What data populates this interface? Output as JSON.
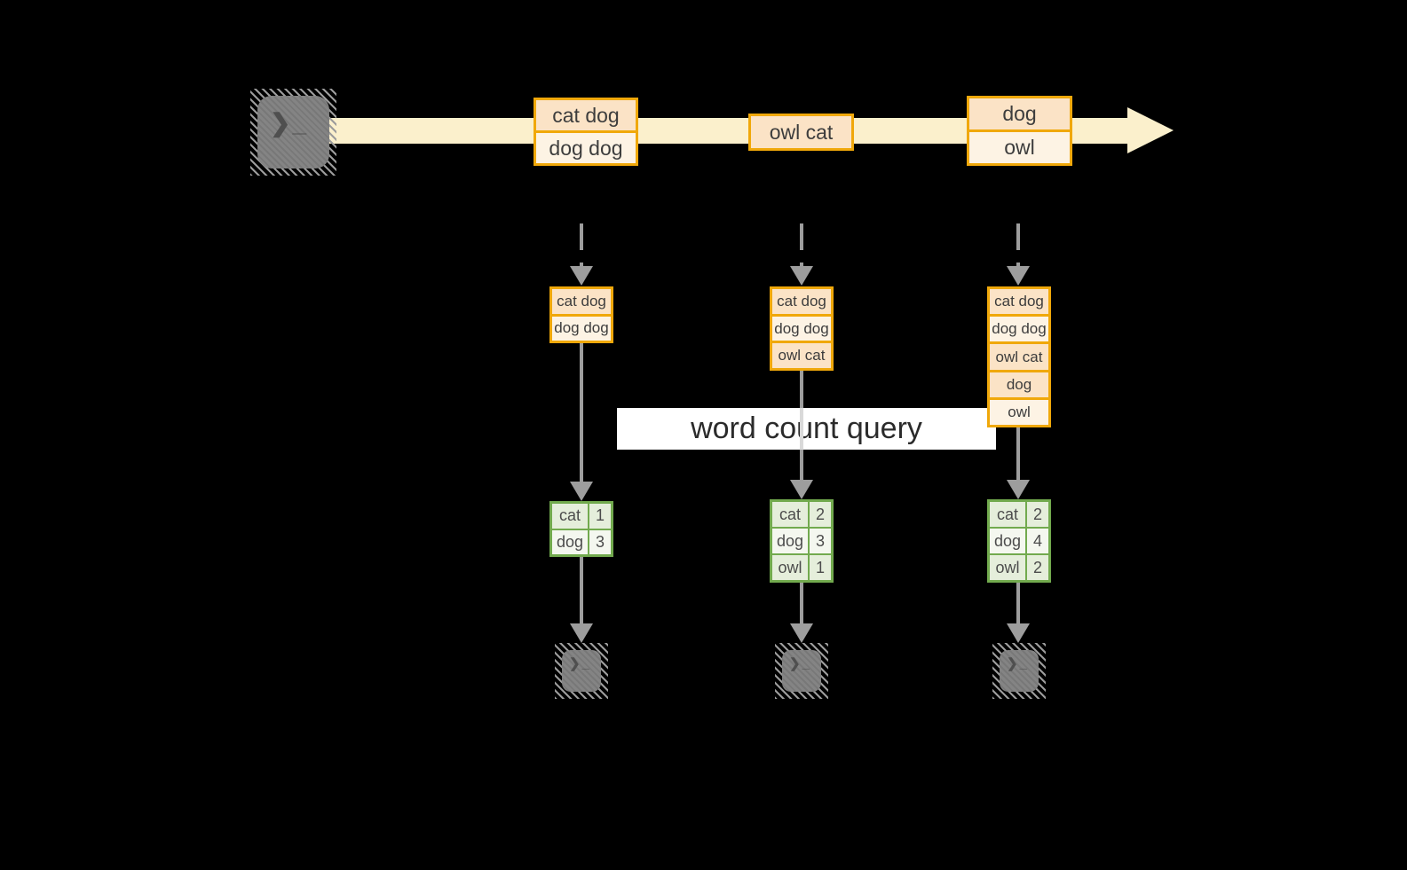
{
  "query_label": "word count query",
  "icons": {
    "terminal_prompt": "❯_"
  },
  "stream": {
    "messages": [
      {
        "lines": [
          "cat dog",
          "dog dog"
        ]
      },
      {
        "lines": [
          "owl cat"
        ]
      },
      {
        "lines": [
          "dog",
          "owl"
        ]
      }
    ]
  },
  "columns": [
    {
      "buffer": [
        "cat dog",
        "dog dog"
      ],
      "counts": [
        {
          "word": "cat",
          "count": "1"
        },
        {
          "word": "dog",
          "count": "3"
        }
      ]
    },
    {
      "buffer": [
        "cat dog",
        "dog dog",
        "owl cat"
      ],
      "counts": [
        {
          "word": "cat",
          "count": "2"
        },
        {
          "word": "dog",
          "count": "3"
        },
        {
          "word": "owl",
          "count": "1"
        }
      ]
    },
    {
      "buffer": [
        "cat dog",
        "dog dog",
        "owl cat",
        "dog",
        "owl"
      ],
      "counts": [
        {
          "word": "cat",
          "count": "2"
        },
        {
          "word": "dog",
          "count": "4"
        },
        {
          "word": "owl",
          "count": "2"
        }
      ]
    }
  ],
  "colors": {
    "background": "#000000",
    "stream_band": "#fbf0cc",
    "message_border": "#f0a80a",
    "message_fill_dark": "#fbe3c6",
    "message_fill_light": "#fdf3e4",
    "table_border": "#72aa4e",
    "table_fill_dark": "#e5eedb",
    "table_fill_light": "#f4f7ef",
    "arrow_gray": "#9d9d9d",
    "terminal_gray": "#7f7f7f",
    "label_background": "#ffffff",
    "text": "#3d3d3d"
  }
}
